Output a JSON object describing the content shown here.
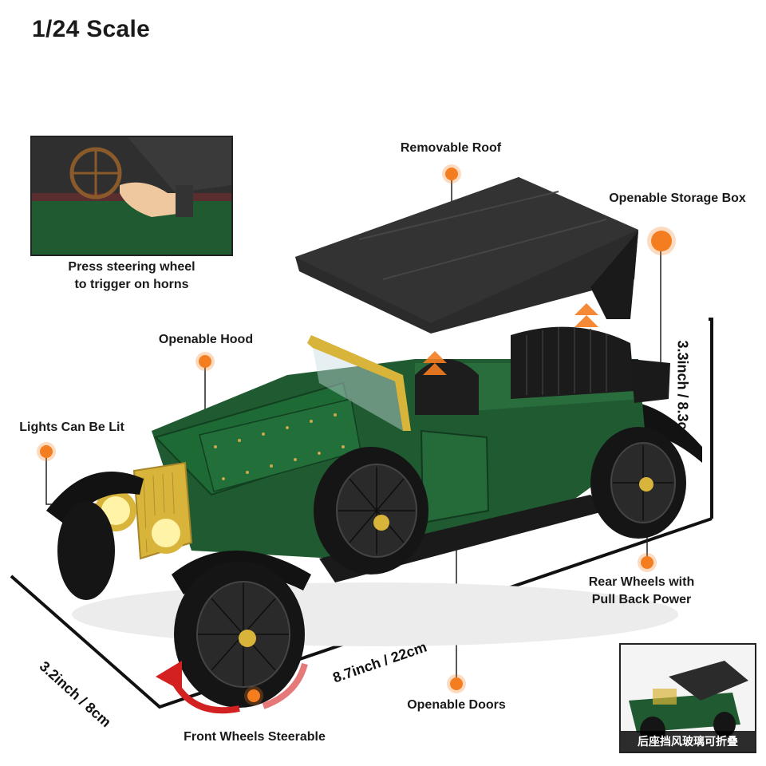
{
  "title": "1/24 Scale",
  "inset_top": {
    "caption_line1": "Press steering wheel",
    "caption_line2": "to trigger on horns"
  },
  "inset_bottom": {
    "caption": "后座挡风玻璃可折叠"
  },
  "features": {
    "removable_roof": "Removable Roof",
    "openable_storage_box": "Openable Storage Box",
    "openable_hood": "Openable Hood",
    "lights_can_be_lit": "Lights Can Be Lit",
    "rear_wheels_line1": "Rear Wheels with",
    "rear_wheels_line2": "Pull Back Power",
    "openable_doors": "Openable Doors",
    "front_wheels_steerable": "Front Wheels Steerable"
  },
  "dimensions": {
    "height": "3.3inch / 8.3cm",
    "width": "3.2inch / 8cm",
    "length": "8.7inch / 22cm"
  },
  "colors": {
    "accent": "#f47d20",
    "car_body": "#1f5a30",
    "roof": "#2b2b2b",
    "brass": "#d8b43a"
  }
}
